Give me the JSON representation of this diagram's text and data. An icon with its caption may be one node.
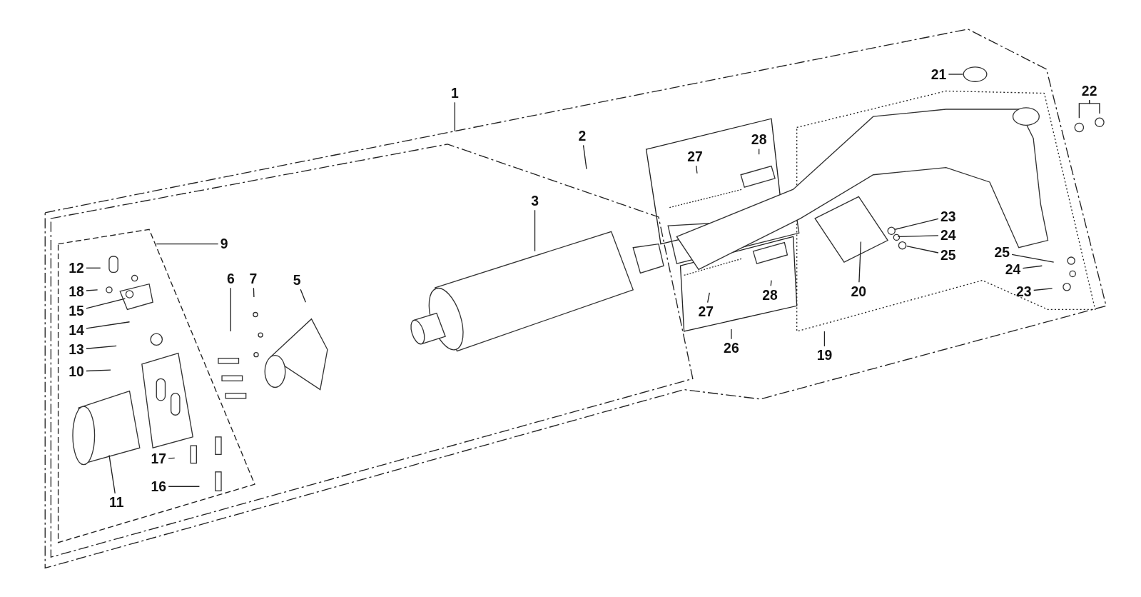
{
  "diagram": {
    "nodes": [
      {
        "text": [
          "1"
        ]
      },
      {
        "text": [
          "2"
        ]
      },
      {
        "text": [
          "3"
        ]
      },
      {
        "text": [
          "9"
        ]
      },
      {
        "text": [
          "12"
        ]
      },
      {
        "text": [
          "18"
        ]
      },
      {
        "text": [
          "15"
        ]
      },
      {
        "text": [
          "14"
        ]
      },
      {
        "text": [
          "13"
        ]
      },
      {
        "text": [
          "10"
        ]
      },
      {
        "text": [
          "11"
        ]
      },
      {
        "text": [
          "6"
        ]
      },
      {
        "text": [
          "7"
        ]
      },
      {
        "text": [
          "5"
        ]
      },
      {
        "text": [
          "17"
        ]
      },
      {
        "text": [
          "16"
        ]
      },
      {
        "text": [
          "21"
        ]
      },
      {
        "text": [
          "22"
        ]
      },
      {
        "text": [
          "27"
        ]
      },
      {
        "text": [
          "28"
        ]
      },
      {
        "text": [
          "23"
        ]
      },
      {
        "text": [
          "24"
        ]
      },
      {
        "text": [
          "25"
        ]
      },
      {
        "text": [
          "20"
        ]
      },
      {
        "text": [
          "25"
        ]
      },
      {
        "text": [
          "24"
        ]
      },
      {
        "text": [
          "23"
        ]
      },
      {
        "text": [
          "27"
        ]
      },
      {
        "text": [
          "28"
        ]
      },
      {
        "text": [
          "26"
        ]
      },
      {
        "text": [
          "19"
        ]
      }
    ],
    "edges": [
      {
        "from": 0,
        "to": null,
        "arrow": "none"
      },
      {
        "from": 1,
        "to": null,
        "arrow": "none"
      },
      {
        "from": 2,
        "to": null,
        "arrow": "none"
      },
      {
        "from": 3,
        "to": null,
        "arrow": "none"
      },
      {
        "from": 4,
        "to": null,
        "arrow": "none"
      },
      {
        "from": 5,
        "to": null,
        "arrow": "none"
      },
      {
        "from": 6,
        "to": null,
        "arrow": "none"
      },
      {
        "from": 7,
        "to": null,
        "arrow": "none"
      },
      {
        "from": 8,
        "to": null,
        "arrow": "none"
      },
      {
        "from": 9,
        "to": null,
        "arrow": "none"
      },
      {
        "from": 10,
        "to": null,
        "arrow": "none"
      },
      {
        "from": 11,
        "to": null,
        "arrow": "none"
      },
      {
        "from": 12,
        "to": null,
        "arrow": "none"
      },
      {
        "from": 13,
        "to": null,
        "arrow": "none"
      },
      {
        "from": 14,
        "to": null,
        "arrow": "none"
      },
      {
        "from": 15,
        "to": null,
        "arrow": "none"
      },
      {
        "from": 16,
        "to": null,
        "arrow": "none"
      },
      {
        "from": 17,
        "to": null,
        "arrow": "none"
      },
      {
        "from": 17,
        "to": null,
        "arrow": "none"
      },
      {
        "from": 18,
        "to": null,
        "arrow": "none"
      },
      {
        "from": 19,
        "to": null,
        "arrow": "none"
      },
      {
        "from": 20,
        "to": null,
        "arrow": "none"
      },
      {
        "from": 21,
        "to": null,
        "arrow": "none"
      },
      {
        "from": 22,
        "to": null,
        "arrow": "none"
      },
      {
        "from": 23,
        "to": null,
        "arrow": "none"
      },
      {
        "from": 24,
        "to": null,
        "arrow": "none"
      },
      {
        "from": 25,
        "to": null,
        "arrow": "none"
      },
      {
        "from": 26,
        "to": null,
        "arrow": "none"
      },
      {
        "from": 27,
        "to": null,
        "arrow": "none"
      },
      {
        "from": 28,
        "to": null,
        "arrow": "none"
      },
      {
        "from": 29,
        "to": null,
        "arrow": "none"
      },
      {
        "from": 30,
        "to": null,
        "arrow": "none"
      }
    ]
  }
}
